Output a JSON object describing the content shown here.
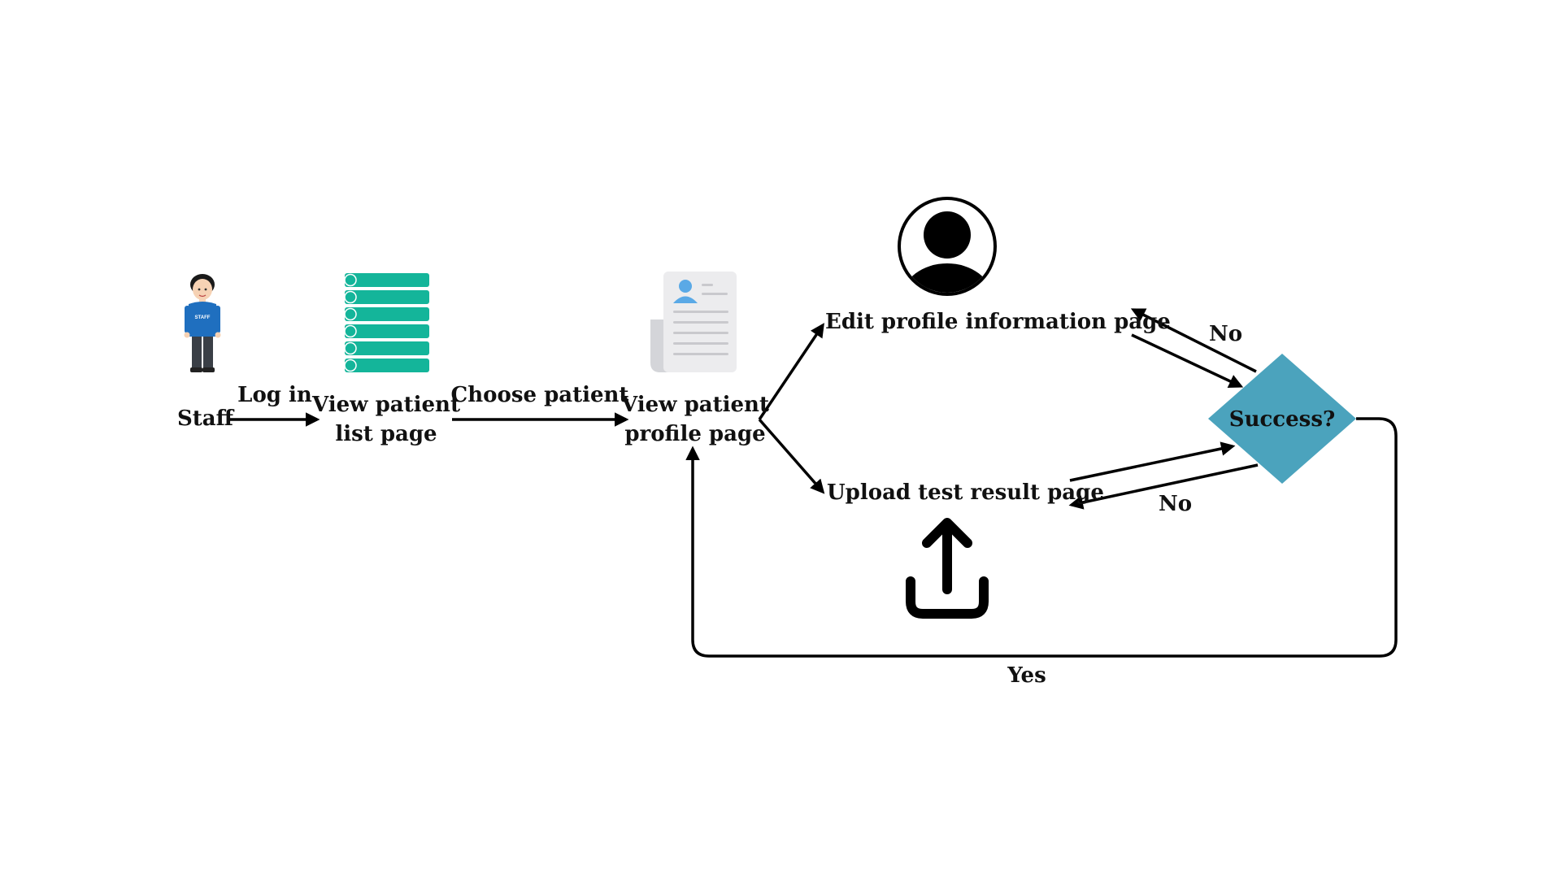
{
  "nodes": {
    "staff": "Staff",
    "patient_list": [
      "View patient",
      "list page"
    ],
    "patient_profile": [
      "View patient",
      "profile page"
    ],
    "edit_profile": "Edit profile information page",
    "upload_result": "Upload test result page",
    "decision": "Success?"
  },
  "edges": {
    "login": "Log in",
    "choose_patient": "Choose patient",
    "no_top": "No",
    "no_bottom": "No",
    "yes": "Yes"
  },
  "icons": {
    "staff": "staff-person-icon",
    "staff_badge": "STAFF",
    "list": "stacked-list-icon",
    "profile": "profile-document-icon",
    "user": "user-avatar-icon",
    "upload": "upload-icon"
  },
  "colors": {
    "list_green": "#14b59a",
    "decision_teal": "#4ba3bd",
    "profile_blue": "#5aa9e6",
    "staff_blue": "#1f6fbf",
    "line": "#000000"
  }
}
